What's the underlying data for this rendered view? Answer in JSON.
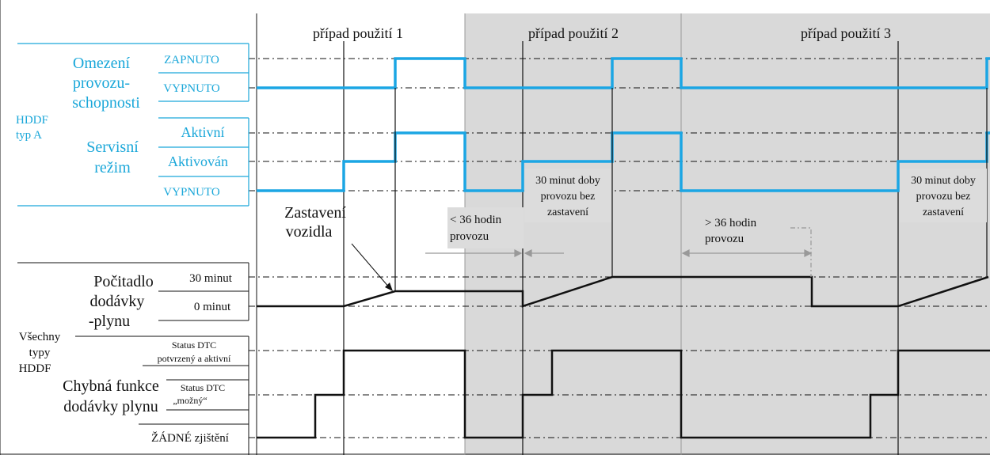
{
  "colors": {
    "signal_cyan": "#1ba6e4",
    "label_cyan": "#1aa7d9",
    "black": "#111111",
    "shade": "#d9d9d9",
    "note_box": "#dcdcdc"
  },
  "header": {
    "case_1": "případ použití 1",
    "case_2": "případ použití 2",
    "case_3": "případ použití 3"
  },
  "groups": {
    "hddf_a_line1": "HDDF",
    "hddf_a_line2": "typ A",
    "all_line1": "Všechny",
    "all_line2": "typy",
    "all_line3": "HDDF"
  },
  "signals": {
    "omezeni": {
      "line1": "Omezení",
      "line2": "provozu-",
      "line3": "schopnosti",
      "state_on": "ZAPNUTO",
      "state_off": "VYPNUTO"
    },
    "servis": {
      "line1": "Servisní",
      "line2": "režim",
      "state_active": "Aktivní",
      "state_activated": "Aktivován",
      "state_off": "VYPNUTO"
    },
    "pocitadlo": {
      "line1": "Počitadlo",
      "line2": "dodávky",
      "line3": "-plynu",
      "state_30": "30 minut",
      "state_0": "0 minut"
    },
    "chybna": {
      "line1": "Chybná funkce",
      "line2": "dodávky plynu",
      "state_confirmed_1": "Status DTC",
      "state_confirmed_2": "potvrzený a aktivní",
      "state_possible_1": "Status DTC",
      "state_possible_2": "„možný“",
      "state_none": "ŽÁDNÉ zjištění"
    }
  },
  "annotations": {
    "stop_line1": "Zastavení",
    "stop_line2": "vozidla",
    "lt36_line1": "< 36 hodin",
    "lt36_line2": "provozu",
    "gt36_line1": "> 36 hodin",
    "gt36_line2": "provozu",
    "note2_line1": "30 minut doby",
    "note2_line2": "provozu bez",
    "note2_line3": "zastavení",
    "note3_line1": "30 minut doby",
    "note3_line2": "provozu bez",
    "note3_line3": "zastavení"
  }
}
